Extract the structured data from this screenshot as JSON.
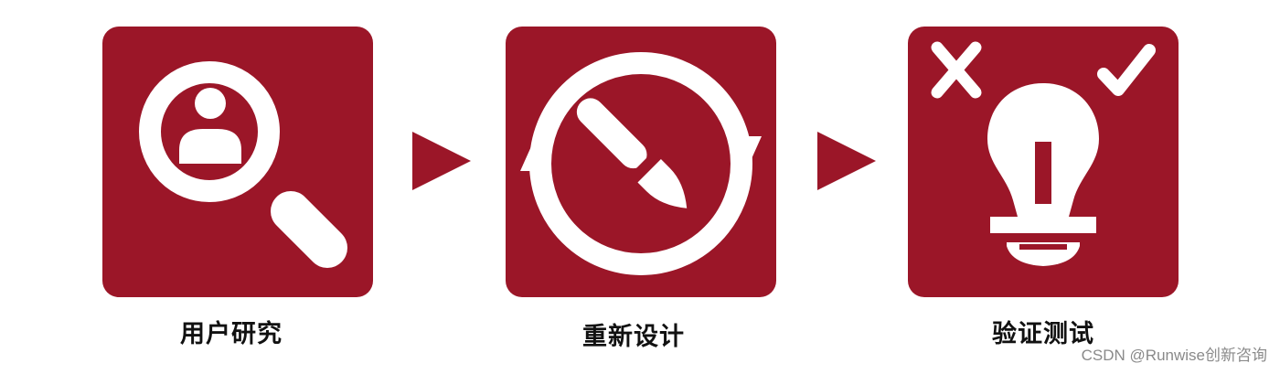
{
  "colors": {
    "tile": "#9b1628",
    "arrow": "#9b1628",
    "icon": "#ffffff",
    "label": "#111111",
    "watermark": "#8a8a8a"
  },
  "steps": [
    {
      "label": "用户研究",
      "icon": "magnifier-user-icon"
    },
    {
      "label": "重新设计",
      "icon": "cycle-brush-icon"
    },
    {
      "label": "验证测试",
      "icon": "lightbulb-check-cross-icon"
    }
  ],
  "connectors": [
    "arrow-right-icon",
    "arrow-right-icon"
  ],
  "watermark": "CSDN @Runwise创新咨询"
}
